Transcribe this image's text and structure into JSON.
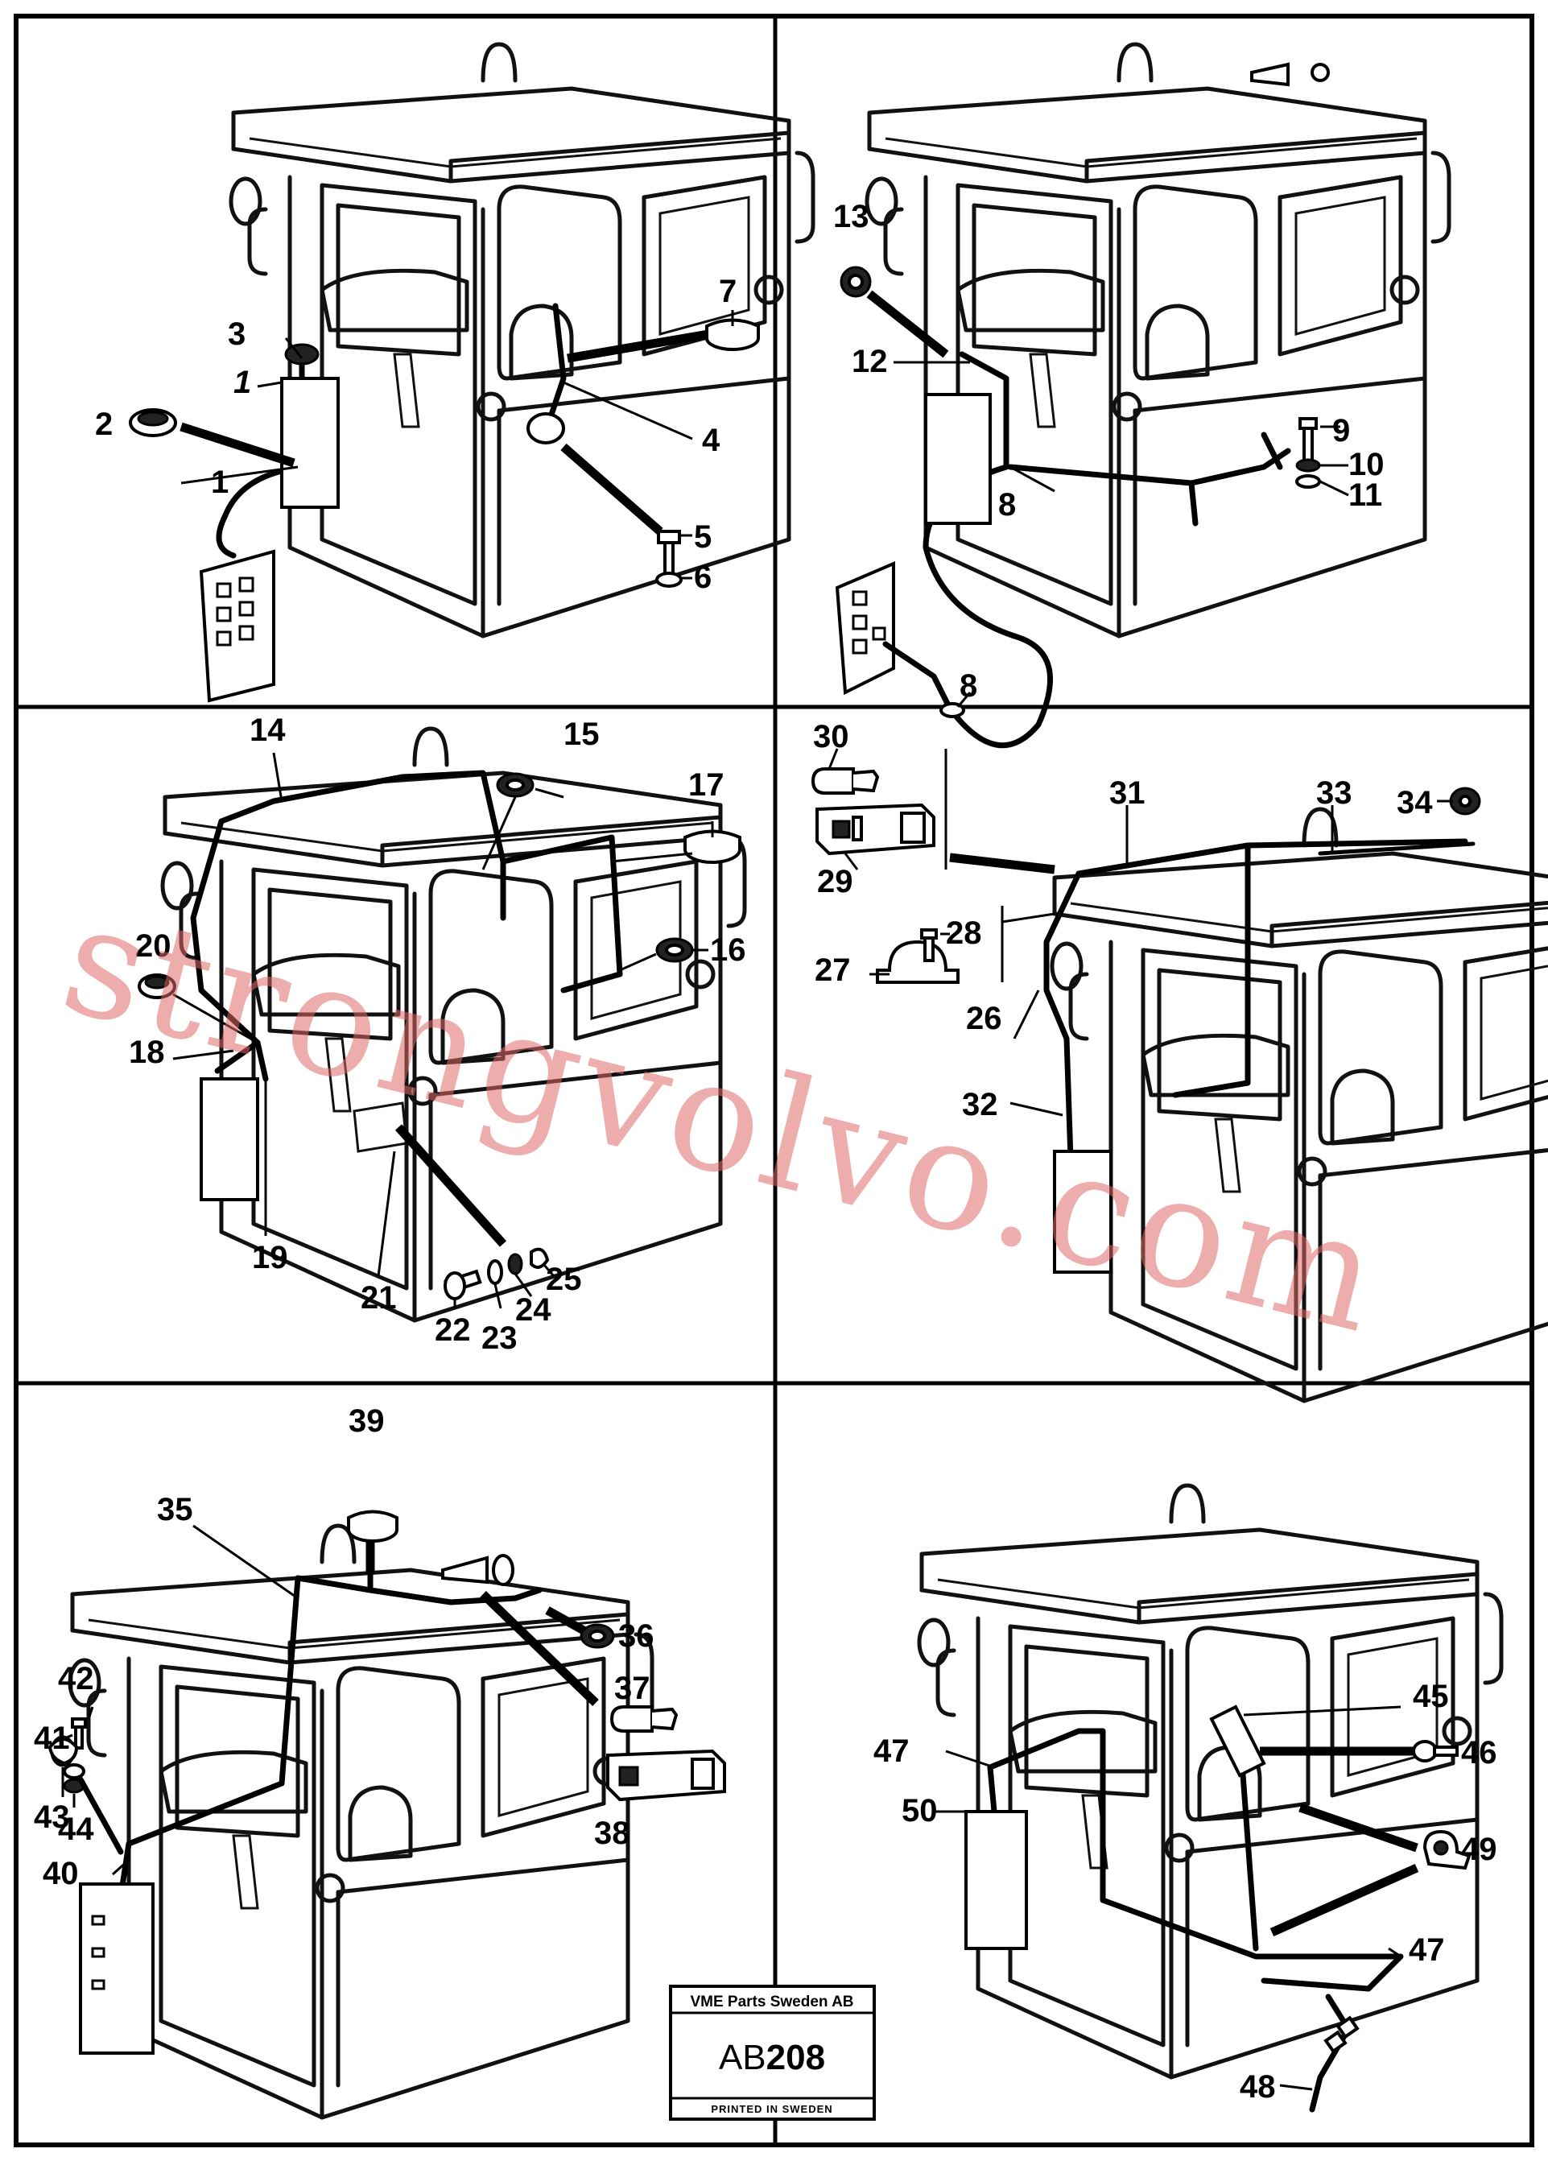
{
  "labels": {
    "q1": [
      "1",
      "1",
      "2",
      "3",
      "4",
      "5",
      "6",
      "7"
    ],
    "q2": [
      "8",
      "8",
      "9",
      "10",
      "11",
      "12",
      "13"
    ],
    "q3": [
      "14",
      "15",
      "16",
      "17",
      "18",
      "19",
      "20",
      "21",
      "22",
      "23",
      "24",
      "25"
    ],
    "q4": [
      "26",
      "27",
      "28",
      "29",
      "30",
      "31",
      "32",
      "33",
      "34"
    ],
    "q5": [
      "35",
      "36",
      "37",
      "38",
      "39",
      "40",
      "41",
      "42",
      "43",
      "44"
    ],
    "q6": [
      "45",
      "46",
      "47",
      "47",
      "48",
      "49",
      "50"
    ]
  },
  "stamp": {
    "company": "VME Parts Sweden AB",
    "code_prefix": "AB",
    "code_number": "208",
    "printed": "PRINTED IN SWEDEN"
  },
  "watermark": "strongvolvo.com",
  "colors": {
    "ink": "#000000",
    "paper": "#ffffff",
    "watermark": "#e06a6a"
  }
}
